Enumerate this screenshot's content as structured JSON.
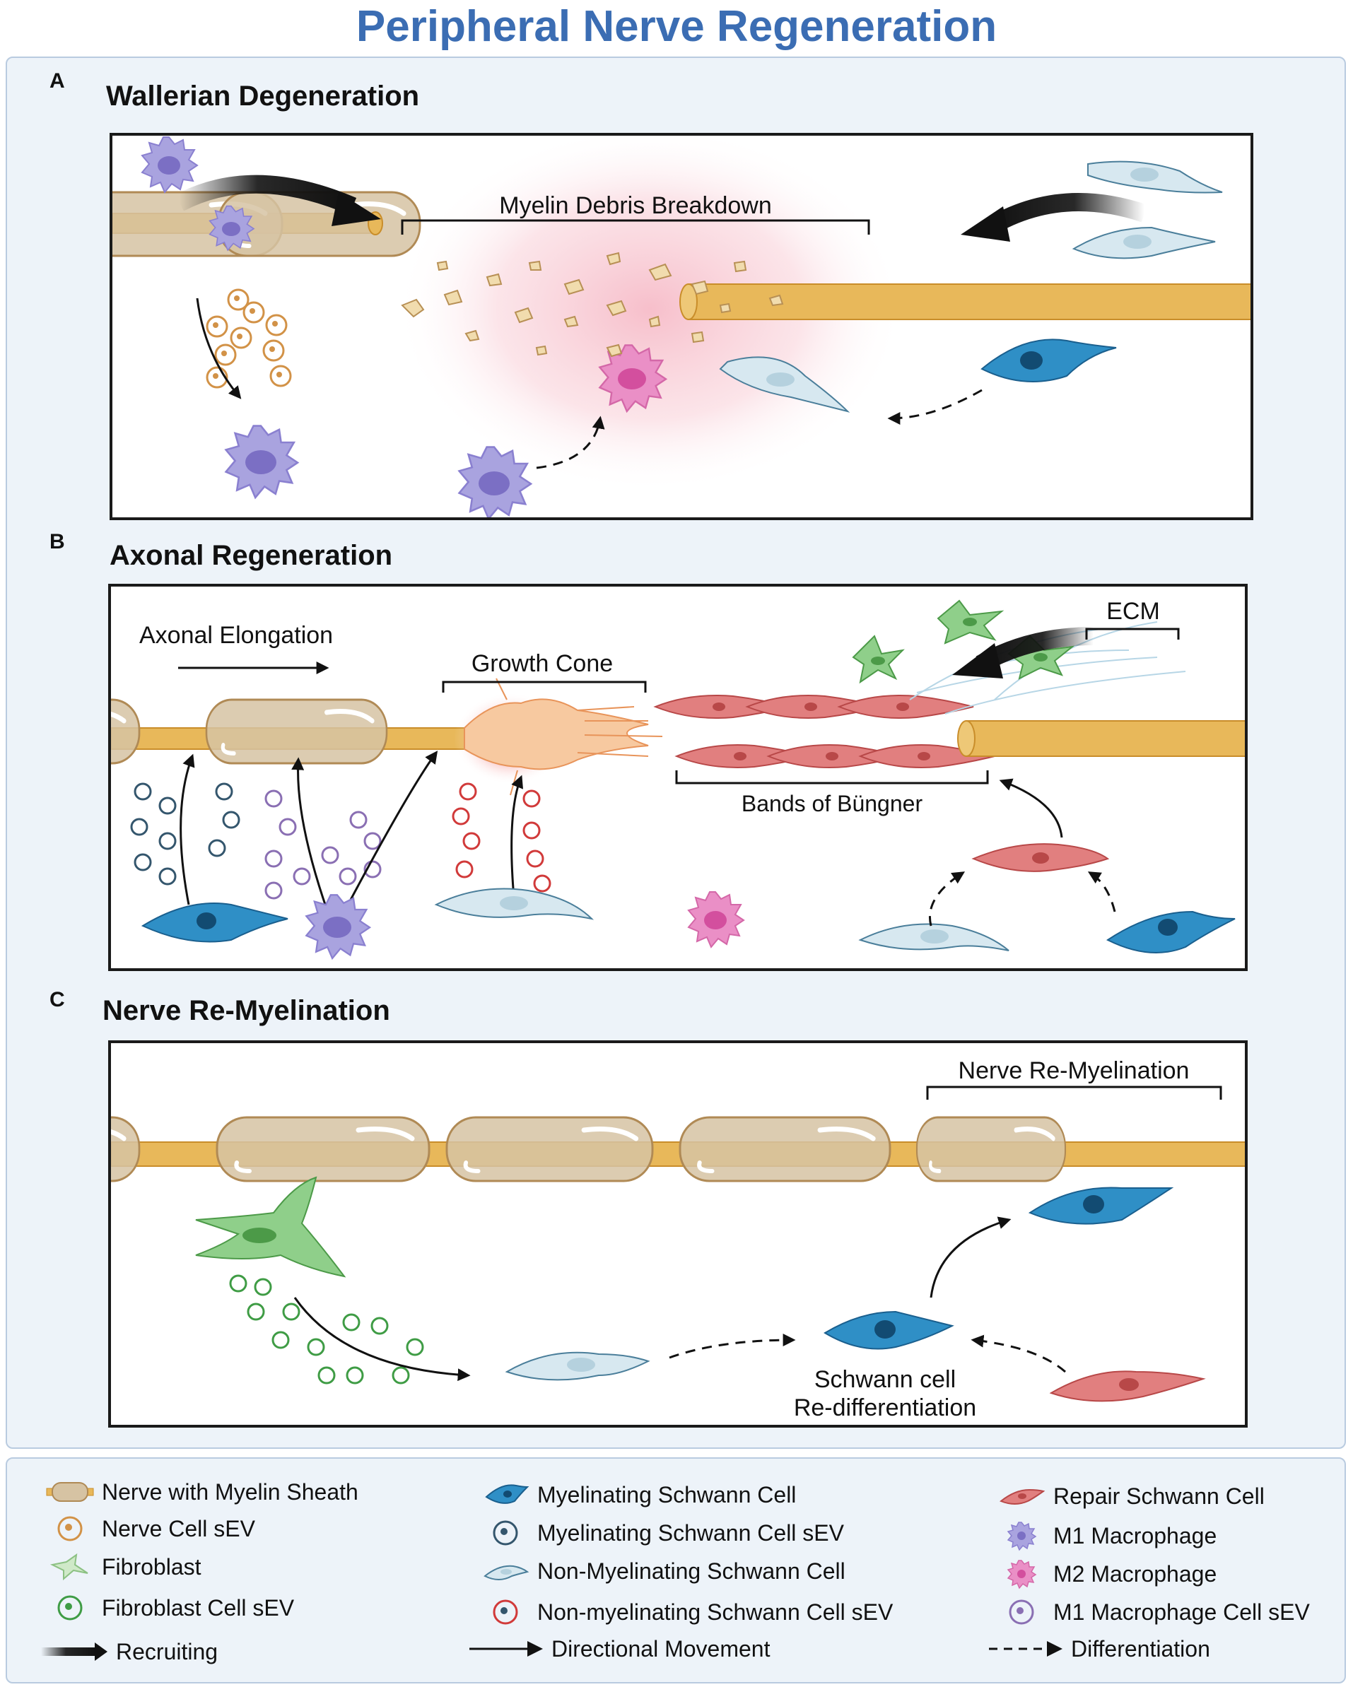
{
  "title": "Peripheral Nerve Regeneration",
  "sections": [
    {
      "letter": "A",
      "title": "Wallerian  Degeneration"
    },
    {
      "letter": "B",
      "title": "Axonal Regeneration"
    },
    {
      "letter": "C",
      "title": "Nerve Re-Myelination"
    }
  ],
  "panel_a": {
    "myelin_debris_label": "Myelin Debris Breakdown"
  },
  "panel_b": {
    "axonal_elongation_label": "Axonal Elongation",
    "growth_cone_label": "Growth Cone",
    "ecm_label": "ECM",
    "bands_label": "Bands of Büngner"
  },
  "panel_c": {
    "remyelination_label": "Nerve Re-Myelination",
    "redifferentiation_line1": "Schwann cell",
    "redifferentiation_line2": "Re-differentiation"
  },
  "legend": [
    {
      "icon": "nerve-myelin-icon",
      "label": "Nerve with Myelin Sheath"
    },
    {
      "icon": "nerve-sev-icon",
      "label": "Nerve Cell sEV"
    },
    {
      "icon": "fibroblast-icon",
      "label": "Fibroblast"
    },
    {
      "icon": "fibroblast-sev-icon",
      "label": "Fibroblast Cell sEV"
    },
    {
      "icon": "recruiting-arrow-icon",
      "label": "Recruiting"
    },
    {
      "icon": "myelinating-schwann-icon",
      "label": "Myelinating Schwann Cell"
    },
    {
      "icon": "myelinating-schwann-sev-icon",
      "label": "Myelinating Schwann Cell sEV"
    },
    {
      "icon": "non-myelinating-schwann-icon",
      "label": "Non-Myelinating Schwann Cell"
    },
    {
      "icon": "non-myelinating-sev-icon",
      "label": "Non-myelinating Schwann Cell sEV"
    },
    {
      "icon": "directional-arrow-icon",
      "label": "Directional Movement"
    },
    {
      "icon": "repair-schwann-icon",
      "label": "Repair Schwann Cell"
    },
    {
      "icon": "m1-macrophage-icon",
      "label": "M1 Macrophage"
    },
    {
      "icon": "m2-macrophage-icon",
      "label": "M2 Macrophage"
    },
    {
      "icon": "m1-sev-icon",
      "label": "M1 Macrophage Cell sEV"
    },
    {
      "icon": "differentiation-arrow-icon",
      "label": "Differentiation"
    }
  ],
  "colors": {
    "title": "#3b6db3",
    "axon": "#e8b85a",
    "myelin": "#d6c3a3",
    "m1_macrophage": "#a9a3df",
    "m2_macrophage": "#ea8fc6",
    "myelinating_schwann": "#2f8fc6",
    "non_myelinating_schwann": "#d7e8f0",
    "repair_schwann": "#e17f7f",
    "fibroblast": "#8fcf8a"
  }
}
